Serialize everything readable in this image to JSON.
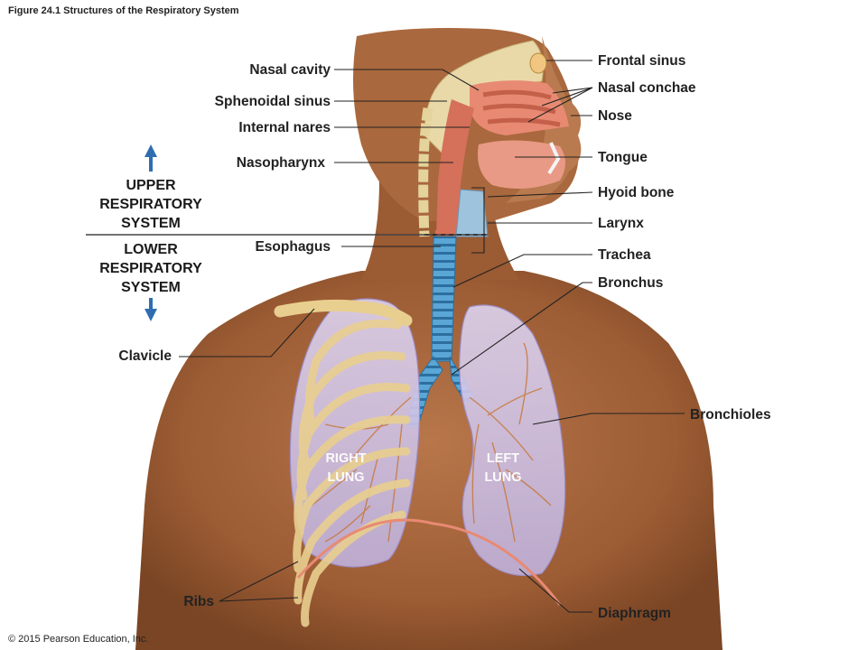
{
  "figure": {
    "caption": "Figure 24.1 Structures of the Respiratory System",
    "copyright": "© 2015 Pearson Education, Inc."
  },
  "systems": {
    "upper": [
      "UPPER",
      "RESPIRATORY",
      "SYSTEM"
    ],
    "lower": [
      "LOWER",
      "RESPIRATORY",
      "SYSTEM"
    ]
  },
  "labels": {
    "nasal_cavity": "Nasal cavity",
    "sphenoidal_sinus": "Sphenoidal sinus",
    "internal_nares": "Internal nares",
    "nasopharynx": "Nasopharynx",
    "esophagus": "Esophagus",
    "clavicle": "Clavicle",
    "ribs": "Ribs",
    "frontal_sinus": "Frontal sinus",
    "nasal_conchae": "Nasal conchae",
    "nose": "Nose",
    "tongue": "Tongue",
    "hyoid_bone": "Hyoid bone",
    "larynx": "Larynx",
    "trachea": "Trachea",
    "bronchus": "Bronchus",
    "bronchioles": "Bronchioles",
    "diaphragm": "Diaphragm"
  },
  "lungs": {
    "right": [
      "RIGHT",
      "LUNG"
    ],
    "left": [
      "LEFT",
      "LUNG"
    ]
  },
  "colors": {
    "skin": "#a8663c",
    "skin_dark": "#7a4524",
    "lung": "#cfc3e6",
    "airway": "#5aa6d6",
    "bone": "#e9cf8f",
    "mucosa": "#e88a73",
    "arrow": "#2f6db0"
  }
}
